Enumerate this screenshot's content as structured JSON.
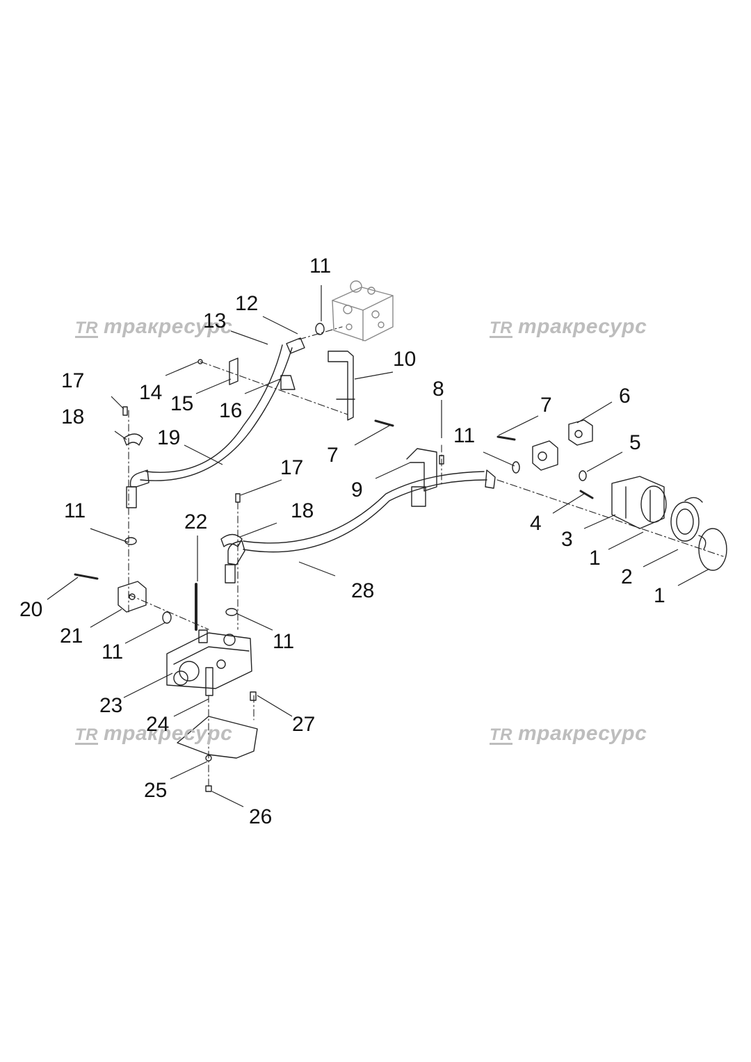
{
  "watermark": {
    "logo": "TR",
    "text": "тракресурс"
  },
  "callouts": {
    "c1a": "1",
    "c1b": "1",
    "c2": "2",
    "c3": "3",
    "c4": "4",
    "c5": "5",
    "c6": "6",
    "c7a": "7",
    "c7b": "7",
    "c8": "8",
    "c9": "9",
    "c10": "10",
    "c11a": "11",
    "c11b": "11",
    "c11c": "11",
    "c11d": "11",
    "c11e": "11",
    "c12": "12",
    "c13": "13",
    "c14": "14",
    "c15": "15",
    "c16": "16",
    "c17a": "17",
    "c17b": "17",
    "c18a": "18",
    "c18b": "18",
    "c19": "19",
    "c20": "20",
    "c21": "21",
    "c22": "22",
    "c23": "23",
    "c24": "24",
    "c25": "25",
    "c26": "26",
    "c27": "27",
    "c28": "28"
  }
}
